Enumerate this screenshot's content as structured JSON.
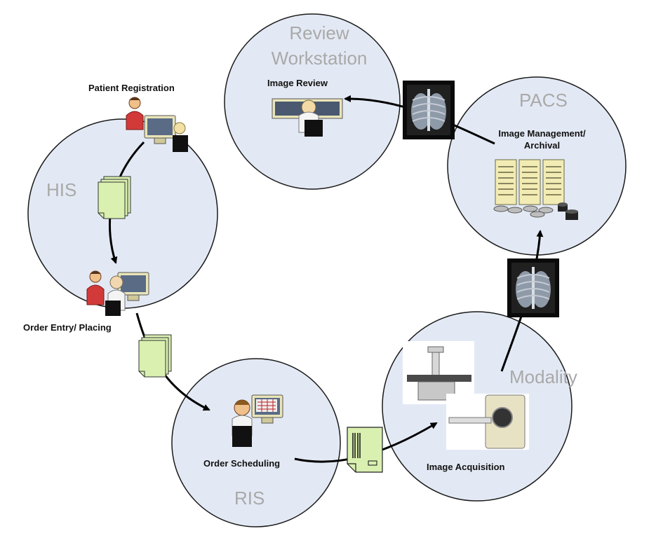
{
  "colors": {
    "circle_fill": "#e3e9f4",
    "circle_stroke": "#1a1a1a",
    "system_title": "#a9a9a9",
    "document_fill": "#d9f0b0",
    "arrow": "#000000",
    "xray_film": "#0a0a0a"
  },
  "systems": {
    "his": {
      "title": "HIS"
    },
    "ris": {
      "title": "RIS"
    },
    "modality": {
      "title": "Modality"
    },
    "pacs": {
      "title": "PACS"
    },
    "review": {
      "title_line1": "Review",
      "title_line2": "Workstation"
    }
  },
  "processes": {
    "patient_registration": "Patient Registration",
    "order_entry": "Order Entry/ Placing",
    "order_scheduling": "Order Scheduling",
    "image_acquisition": "Image Acquisition",
    "image_management_line1": "Image Management/",
    "image_management_line2": "Archival",
    "image_review": "Image Review"
  },
  "icons": [
    "person-at-computer-icon",
    "document-stack-icon",
    "barcode-slip-icon",
    "xray-film-icon",
    "xray-table-icon",
    "mri-scanner-icon",
    "server-rack-icon",
    "disk-icon"
  ]
}
